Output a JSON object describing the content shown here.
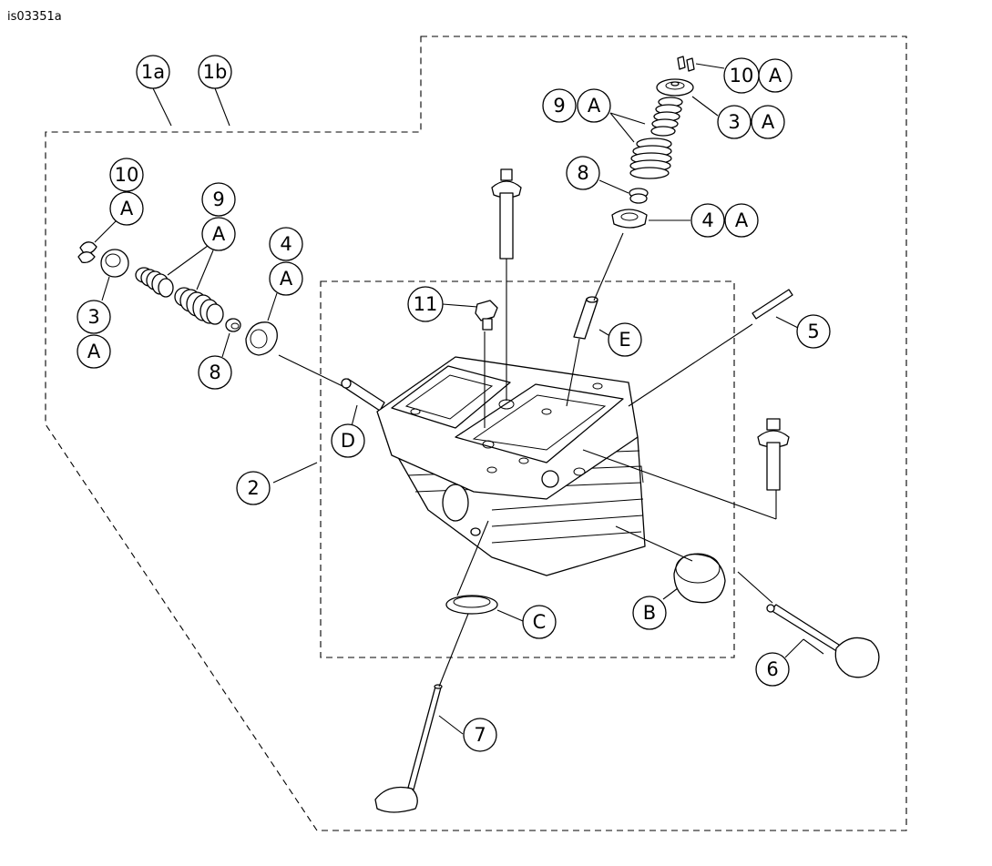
{
  "drawing_code": "is03351a",
  "callouts": {
    "c1a": "1a",
    "c1b": "1b",
    "c10_left": "10",
    "cA_10_left": "A",
    "c9_left": "9",
    "cA_9_left": "A",
    "c4_left": "4",
    "cA_4_left": "A",
    "c3_left": "3",
    "cA_3_left": "A",
    "c8_left": "8",
    "c11": "11",
    "cE": "E",
    "cD": "D",
    "c2": "2",
    "c5": "5",
    "c10_right": "10",
    "cA_10_right": "A",
    "c9_right": "9",
    "cA_9_right": "A",
    "c3_right": "3",
    "cA_3_right": "A",
    "c8_right": "8",
    "c4_right": "4",
    "cA_4_right": "A",
    "cB": "B",
    "cC": "C",
    "c6": "6",
    "c7": "7"
  }
}
